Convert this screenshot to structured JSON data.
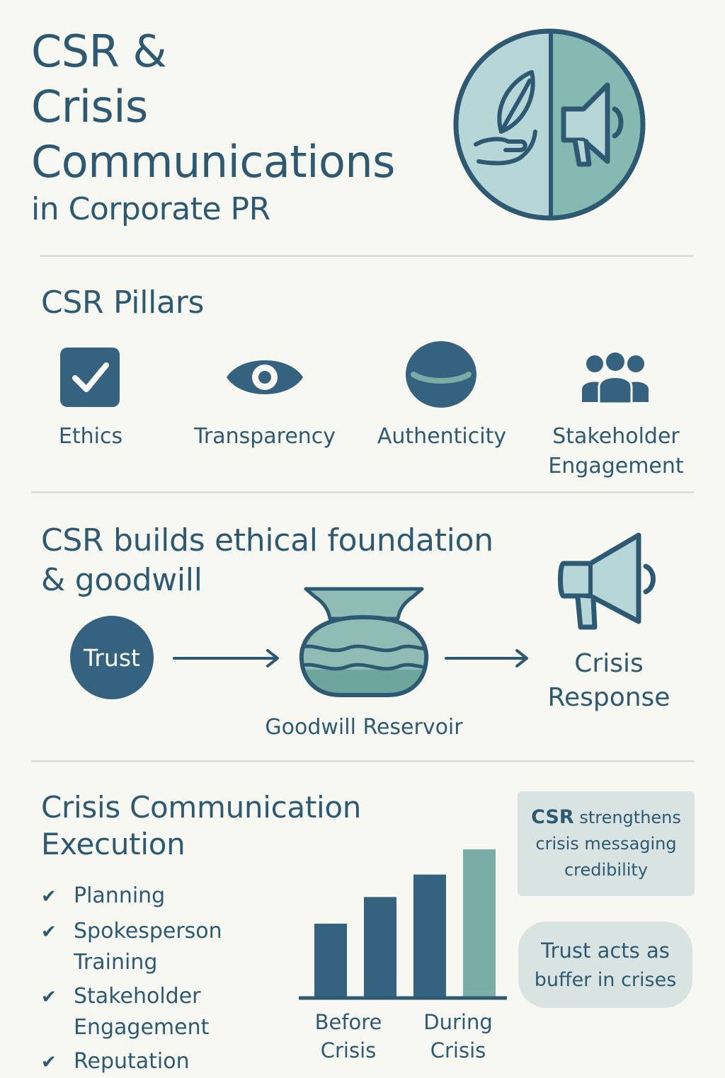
{
  "header": {
    "title_line1": "CSR &",
    "title_line2": "Crisis",
    "title_line3": "Communications",
    "subtitle": "in Corporate PR",
    "emblem_left_icon": "leaf-in-hand-icon",
    "emblem_right_icon": "megaphone-icon"
  },
  "pillars": {
    "title": "CSR Pillars",
    "items": [
      {
        "label": "Ethics",
        "icon": "checkbox-icon"
      },
      {
        "label": "Transparency",
        "icon": "eye-icon"
      },
      {
        "label": "Authenticity",
        "icon": "sphere-icon"
      },
      {
        "label_line1": "Stakeholder",
        "label_line2": "Engagement",
        "icon": "people-group-icon"
      }
    ]
  },
  "foundation": {
    "title_line1": "CSR builds ethical foundation",
    "title_line2": "& goodwill",
    "trust_label": "Trust",
    "reservoir_label": "Goodwill Reservoir",
    "response_line1": "Crisis",
    "response_line2": "Response"
  },
  "execution": {
    "title_line1": "Crisis Communication",
    "title_line2": "Execution",
    "checklist": [
      {
        "line1": "Planning"
      },
      {
        "line1": "Spokesperson",
        "line2": "Training"
      },
      {
        "line1": "Stakeholder",
        "line2": "Engagement"
      },
      {
        "line1": "Reputation"
      }
    ],
    "bar_labels": [
      {
        "line1": "Before",
        "line2": "Crisis"
      },
      {
        "line1": "During",
        "line2": "Crisis"
      }
    ],
    "callout1_bold": "CSR",
    "callout1_rest_line1": "strengthens",
    "callout1_line2": "crisis messaging",
    "callout1_line3": "credibility",
    "callout2_line1": "Trust acts as",
    "callout2_line2": "buffer in crises"
  },
  "chart_data": {
    "type": "bar",
    "categories": [
      "",
      "",
      "",
      ""
    ],
    "values": [
      0.52,
      0.71,
      0.87,
      1.05
    ],
    "ylim": [
      0,
      1.1
    ],
    "colors": [
      "#35637f",
      "#35637f",
      "#35637f",
      "#7aada5"
    ],
    "grid": false
  },
  "colors": {
    "primary": "#2d5a72",
    "teal": "#7aada5",
    "light_teal": "#b3d4d6",
    "background": "#f8f8f2"
  }
}
